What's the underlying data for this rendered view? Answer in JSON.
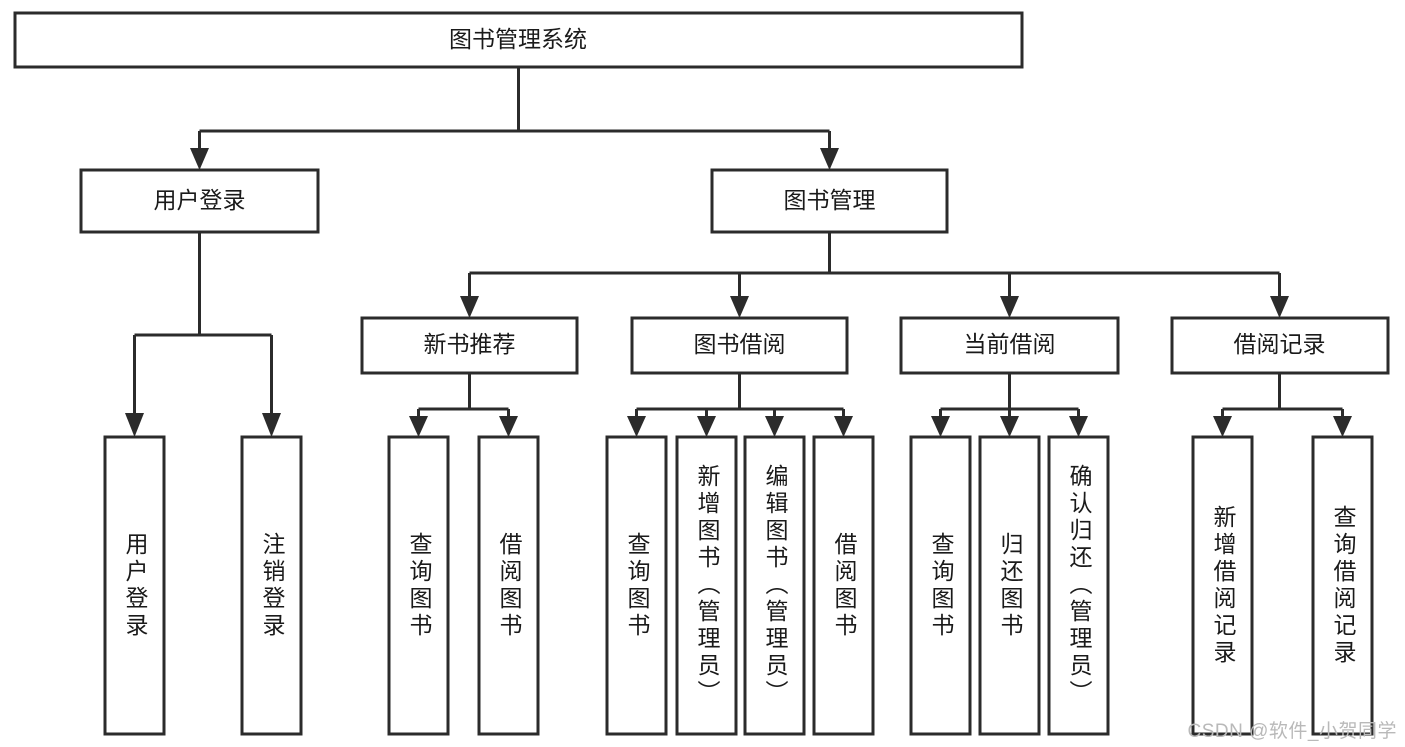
{
  "diagram": {
    "title": "图书管理系统",
    "type": "function-structure-tree",
    "watermark": "CSDN @软件_小贺同学",
    "colors": {
      "stroke": "#2b2b2b",
      "box_fill": "#ffffff",
      "text": "#1a1a1a",
      "background": "#ffffff",
      "watermark": "#b9b9b9"
    },
    "levels": {
      "root": {
        "label": "图书管理系统"
      },
      "level2": [
        {
          "id": "user-login",
          "label": "用户登录"
        },
        {
          "id": "book-management",
          "label": "图书管理"
        }
      ],
      "level3": [
        {
          "id": "new-book-recommend",
          "label": "新书推荐",
          "parent": "book-management"
        },
        {
          "id": "book-borrow",
          "label": "图书借阅",
          "parent": "book-management"
        },
        {
          "id": "current-borrow",
          "label": "当前借阅",
          "parent": "book-management"
        },
        {
          "id": "borrow-record",
          "label": "借阅记录",
          "parent": "book-management"
        }
      ],
      "leaves": {
        "user-login": [
          {
            "id": "leaf-user-login",
            "label": "用户登录"
          },
          {
            "id": "leaf-user-logout",
            "label": "注销登录"
          }
        ],
        "new-book-recommend": [
          {
            "id": "leaf-query-book-1",
            "label": "查询图书"
          },
          {
            "id": "leaf-borrow-book-1",
            "label": "借阅图书"
          }
        ],
        "book-borrow": [
          {
            "id": "leaf-query-book-2",
            "label": "查询图书"
          },
          {
            "id": "leaf-add-book",
            "label": "新增图书（管理员）"
          },
          {
            "id": "leaf-edit-book",
            "label": "编辑图书（管理员）"
          },
          {
            "id": "leaf-borrow-book-2",
            "label": "借阅图书"
          }
        ],
        "current-borrow": [
          {
            "id": "leaf-query-book-3",
            "label": "查询图书"
          },
          {
            "id": "leaf-return-book",
            "label": "归还图书"
          },
          {
            "id": "leaf-confirm-return",
            "label": "确认归还（管理员）"
          }
        ],
        "borrow-record": [
          {
            "id": "leaf-add-record",
            "label": "新增借阅记录"
          },
          {
            "id": "leaf-query-record",
            "label": "查询借阅记录"
          }
        ]
      }
    }
  }
}
